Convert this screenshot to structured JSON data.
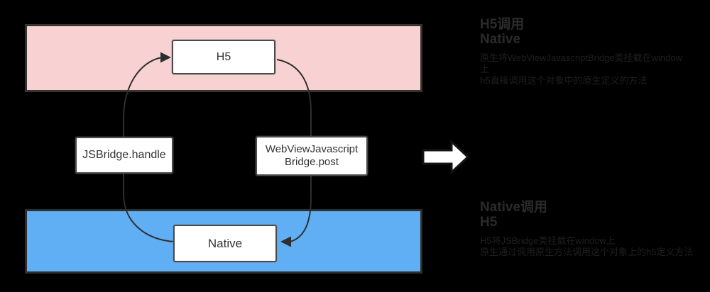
{
  "colors": {
    "background": "#000000",
    "h5_layer_fill": "#f8d2d2",
    "h5_layer_border": "#383331",
    "native_layer_fill": "#60aff4",
    "native_layer_border": "#2e2e2c",
    "node_fill": "#ffffff",
    "node_border": "#4a4a4a",
    "node_text": "#333333",
    "curve_stroke": "#2e2e2e",
    "block_arrow_fill": "#ffffff",
    "block_arrow_stroke": "#141414",
    "annotation_title": "#2b2b2b",
    "annotation_body": "#1f1f1f"
  },
  "diagram": {
    "h5_node_label": "H5",
    "native_node_label": "Native",
    "js_bridge_label": "JSBridge.handle",
    "webview_bridge_label_line1": "WebViewJavascript",
    "webview_bridge_label_line2": "Bridge.post"
  },
  "annotations": {
    "top": {
      "title_line1": "H5调用",
      "title_line2": "Native",
      "body_lines": [
        "原生将WebViewJavascriptBridge类挂载在window",
        "上",
        "h5直接调用这个对象中的原生定义的方法"
      ]
    },
    "bottom": {
      "title_line1": "Native调用",
      "title_line2": "H5",
      "body_lines": [
        "H5将JSBridge类挂载在window上",
        "原生通过调用原生方法调用这个对象上的h5定义方法"
      ]
    }
  }
}
